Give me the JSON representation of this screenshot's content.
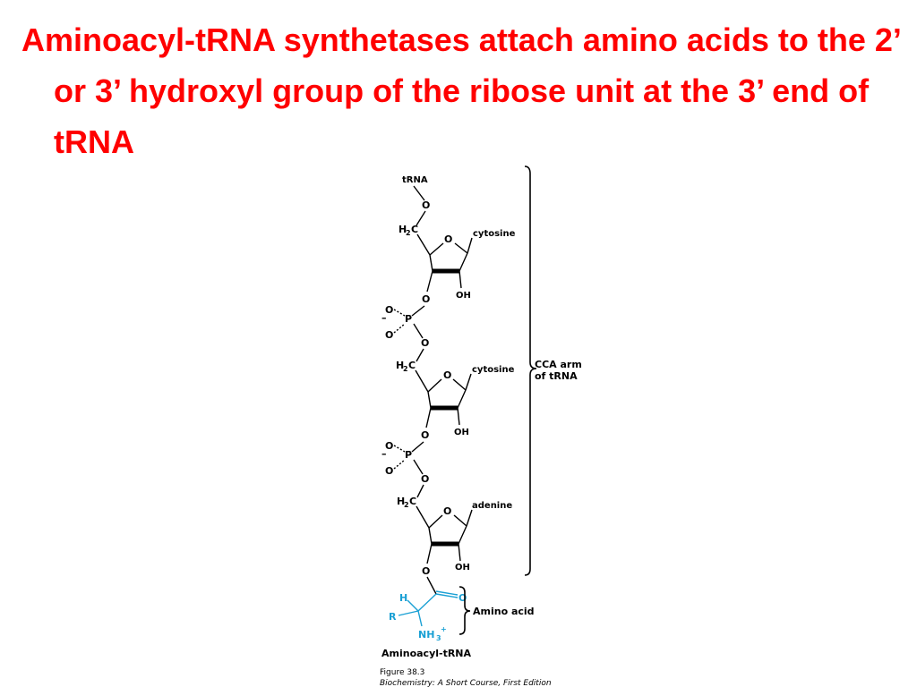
{
  "slide": {
    "title": "Aminoacyl-tRNA synthetases attach amino acids to the 2’ or 3’ hydroxyl group of the ribose unit at the 3’ end of tRNA"
  },
  "figure": {
    "trna_label": "tRNA",
    "atom_o": "O",
    "atom_h": "H",
    "atom_c": "C",
    "atom_r": "R",
    "atom_p": "P",
    "atom_nh": "NH",
    "sub_2": "2",
    "sub_3": "3",
    "plus": "+",
    "minus": "–",
    "hydroxyl": "OH",
    "bases": [
      "cytosine",
      "cytosine",
      "adenine"
    ],
    "cca_arm_line1": "CCA arm",
    "cca_arm_line2": "of tRNA",
    "amino_acid_label": "Amino acid",
    "product_label": "Aminoacyl-tRNA",
    "caption_line1": "Figure 38.3",
    "caption_line2": "Biochemistry: A Short Course, First Edition",
    "colors": {
      "title": "#ff0000",
      "amino_acid": "#1aa0d4"
    }
  }
}
